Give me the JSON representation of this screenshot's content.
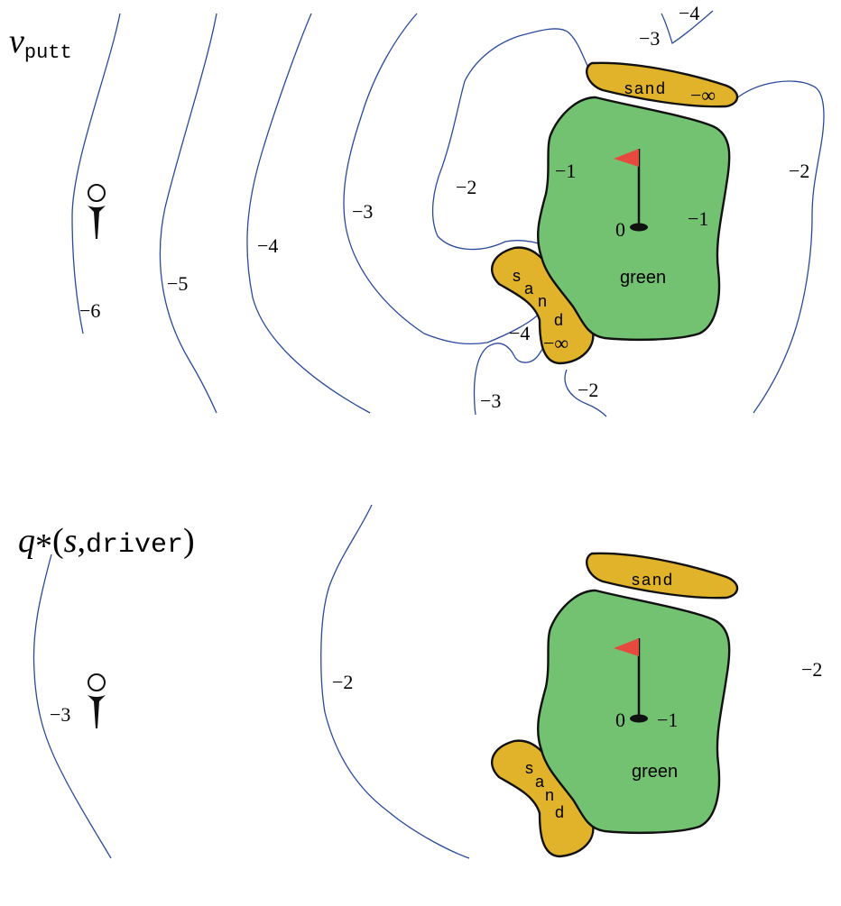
{
  "top_panel": {
    "title_symbol": "v",
    "title_subscript": "putt",
    "contour_labels": {
      "m6": "−6",
      "m5": "−5",
      "m4": "−4",
      "m3": "−3",
      "m2_left": "−2",
      "m2_right": "−2",
      "m1_left": "−1",
      "m1_right": "−1",
      "zero": "0",
      "m4_top": "−4",
      "m3_top": "−3",
      "m4_sand": "−4",
      "m2_bottom": "−2",
      "m3_bottom": "−3"
    },
    "sand_top_word": "sand",
    "sand_top_value": "−∞",
    "sand_bottom_letters": [
      "s",
      "a",
      "n",
      "d"
    ],
    "sand_bottom_value": "−∞",
    "green_label": "green"
  },
  "bottom_panel": {
    "title_symbol": "q",
    "title_subscript": "*",
    "title_open": "(",
    "title_arg": "s",
    "title_comma": ",",
    "title_action": "driver",
    "title_close": ")",
    "contour_labels": {
      "m3": "−3",
      "m2_mid": "−2",
      "m2_right": "−2",
      "m1": "−1",
      "zero": "0"
    },
    "sand_top_word": "sand",
    "sand_bottom_letters": [
      "s",
      "a",
      "n",
      "d"
    ],
    "green_label": "green"
  },
  "colors": {
    "green": "#72c271",
    "sand": "#e0b32a",
    "flag": "#e64a3f",
    "contour": "#2a4a9c",
    "outline": "#111111"
  }
}
